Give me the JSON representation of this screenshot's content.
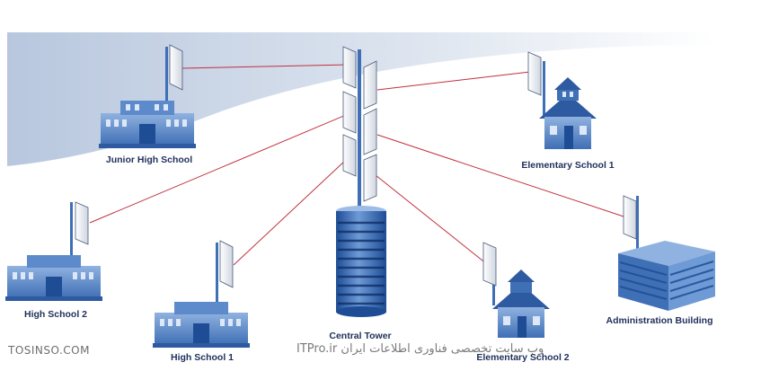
{
  "diagram": {
    "nodes": [
      {
        "id": "central",
        "label": "Central Tower"
      },
      {
        "id": "junior",
        "label": "Junior High School"
      },
      {
        "id": "elem1",
        "label": "Elementary School 1"
      },
      {
        "id": "hs2",
        "label": "High School 2"
      },
      {
        "id": "hs1",
        "label": "High School 1"
      },
      {
        "id": "elem2",
        "label": "Elementary School 2"
      },
      {
        "id": "admin",
        "label": "Administration Building"
      }
    ],
    "links": [
      {
        "from": "central",
        "to": "junior"
      },
      {
        "from": "central",
        "to": "elem1"
      },
      {
        "from": "central",
        "to": "hs2"
      },
      {
        "from": "central",
        "to": "hs1"
      },
      {
        "from": "central",
        "to": "elem2"
      },
      {
        "from": "central",
        "to": "admin"
      }
    ],
    "link_color": "#c0303f",
    "building_color": "#3f6fb5"
  },
  "watermark": {
    "left": "TOSINSO.COM",
    "right": "وب سایت تخصصی فناوری اطلاعات ایران ITPro.ir"
  }
}
